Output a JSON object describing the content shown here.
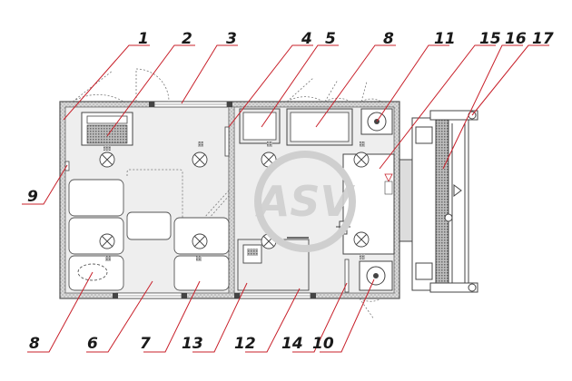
{
  "diagram": {
    "watermark": "ASV",
    "callouts_top": [
      "1",
      "2",
      "3",
      "4",
      "5",
      "8",
      "11",
      "15",
      "16",
      "17"
    ],
    "callouts_left": [
      "9"
    ],
    "callouts_bottom": [
      "8",
      "6",
      "7",
      "13",
      "12",
      "14",
      "10"
    ]
  },
  "colors": {
    "leader": "#c8202a",
    "wall": "#555555",
    "floor": "#eeeeee",
    "line": "#444444",
    "watermark": "#cfcfcf"
  }
}
